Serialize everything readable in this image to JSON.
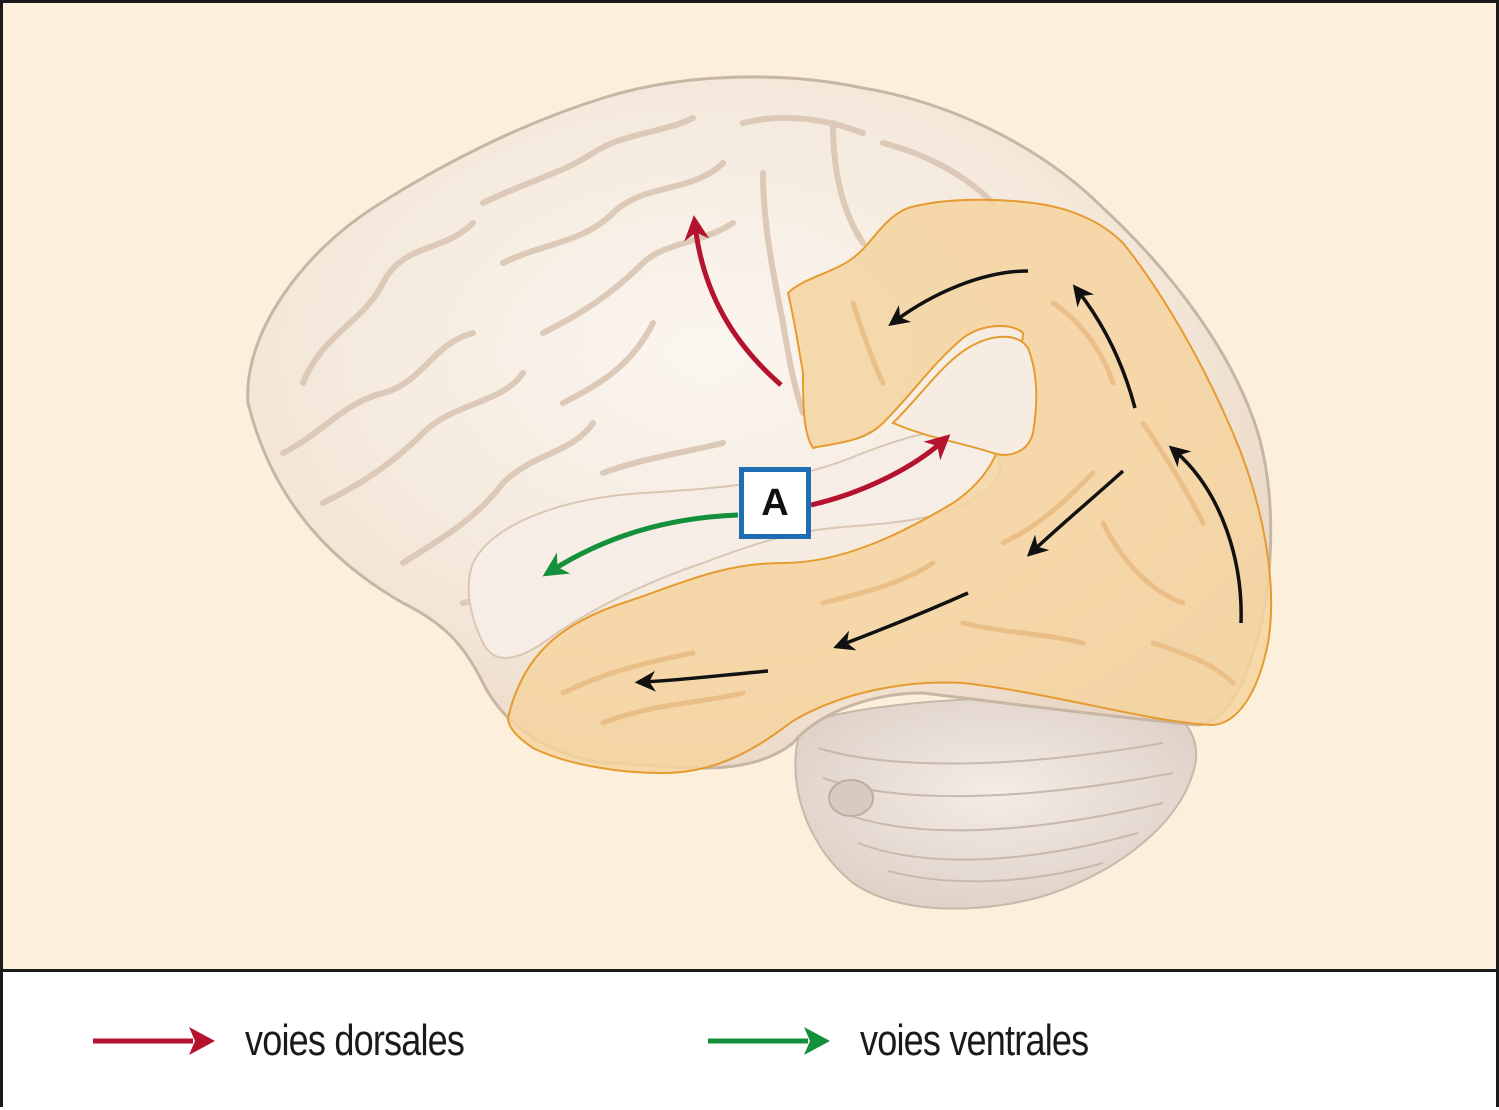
{
  "colors": {
    "background": "#fcf0dc",
    "brain": "#f5ebe0",
    "highlight": "#f5d3a0",
    "highlight_border": "#e69b30",
    "dorsal": "#b5122e",
    "ventral": "#14903c",
    "box_border": "#1f6db3",
    "black_arrow": "#111111"
  },
  "diagram": {
    "box_label": "A"
  },
  "legend": {
    "items": [
      {
        "label": "voies dorsales",
        "color_key": "dorsal"
      },
      {
        "label": "voies ventrales",
        "color_key": "ventral"
      }
    ]
  }
}
